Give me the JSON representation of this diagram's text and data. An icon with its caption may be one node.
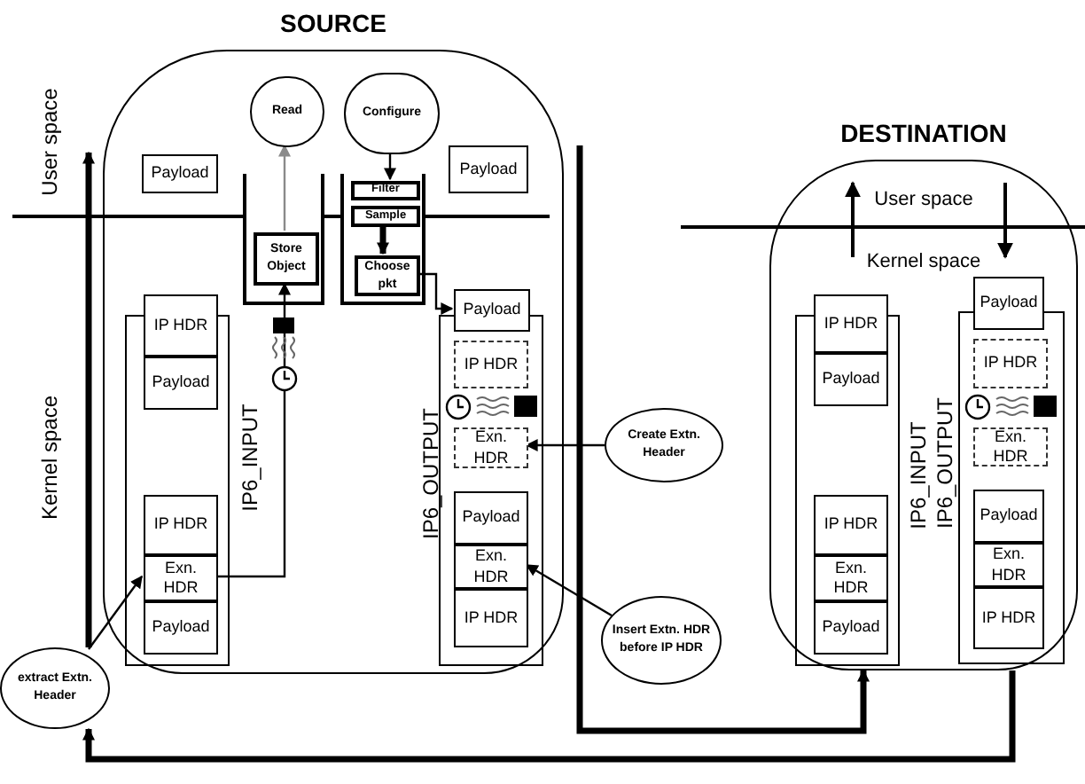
{
  "diagram": {
    "nodes": [
      {
        "text": [
          "SOURCE"
        ]
      },
      {
        "text": [
          "Read"
        ],
        "in": 0
      },
      {
        "text": [
          "Configure"
        ],
        "in": 0
      },
      {
        "text": [
          "Payload"
        ],
        "in": 0
      },
      {
        "text": [
          "Payload"
        ],
        "in": 0
      },
      {
        "text": [
          "Store Object"
        ],
        "in": 0
      },
      {
        "text": [
          "Filter"
        ],
        "in": 0
      },
      {
        "text": [
          "Sample"
        ],
        "in": 0
      },
      {
        "text": [
          "Choose pkt"
        ],
        "in": 0
      },
      {
        "text": [
          "IP HDR"
        ],
        "in": 0
      },
      {
        "text": [
          "Payload"
        ],
        "in": 0
      },
      {
        "text": [
          "IP HDR"
        ],
        "in": 0
      },
      {
        "text": [
          "Exn. HDR"
        ],
        "in": 0
      },
      {
        "text": [
          "Payload"
        ],
        "in": 0
      },
      {
        "text": [
          "Payload"
        ],
        "in": 0
      },
      {
        "text": [
          "IP HDR"
        ],
        "in": 0
      },
      {
        "text": [
          "Exn. HDR"
        ],
        "in": 0
      },
      {
        "text": [
          "Payload"
        ],
        "in": 0
      },
      {
        "text": [
          "Exn. HDR"
        ],
        "in": 0
      },
      {
        "text": [
          "IP HDR"
        ],
        "in": 0
      },
      {
        "text": [
          "Create Extn. Header"
        ]
      },
      {
        "text": [
          "Insert Extn. HDR before IP HDR"
        ]
      },
      {
        "text": [
          "extract Extn. Header"
        ]
      },
      {
        "text": [
          "DESTINATION"
        ]
      },
      {
        "text": [
          "IP HDR"
        ],
        "in": 23
      },
      {
        "text": [
          "Payload"
        ],
        "in": 23
      },
      {
        "text": [
          "IP HDR"
        ],
        "in": 23
      },
      {
        "text": [
          "Exn. HDR"
        ],
        "in": 23
      },
      {
        "text": [
          "Payload"
        ],
        "in": 23
      },
      {
        "text": [
          "Payload"
        ],
        "in": 23
      },
      {
        "text": [
          "IP HDR"
        ],
        "in": 23
      },
      {
        "text": [
          "Exn. HDR"
        ],
        "in": 23
      },
      {
        "text": [
          "Payload"
        ],
        "in": 23
      },
      {
        "text": [
          "Exn. HDR"
        ],
        "in": 23
      },
      {
        "text": [
          "IP HDR"
        ],
        "in": 23
      }
    ],
    "edges": [
      {
        "from": 5,
        "to": 1,
        "arrow": "to",
        "color": "#8a8a8a"
      },
      {
        "from": 12,
        "to": 5,
        "arrow": "to"
      },
      {
        "from": 2,
        "to": 6,
        "arrow": "to"
      },
      {
        "from": 7,
        "to": 8,
        "arrow": "to",
        "style": "thick"
      },
      {
        "from": 8,
        "to": 14,
        "arrow": "to"
      },
      {
        "from": 20,
        "to": 16,
        "arrow": "to"
      },
      {
        "from": 21,
        "to": 18,
        "arrow": "to"
      },
      {
        "from": 22,
        "to": 12,
        "arrow": "to"
      },
      {
        "from": 0,
        "to": 23,
        "arrow": "to",
        "style": "thick"
      },
      {
        "from": 23,
        "to": 22,
        "arrow": "to",
        "style": "thick"
      },
      {
        "from": 22,
        "to": 0,
        "arrow": "to",
        "style": "thick"
      }
    ],
    "labels": [
      "User space",
      "Kernel space",
      "IP6_INPUT",
      "IP6_OUTPUT",
      "User space",
      "Kernel space",
      "IP6_INPUT",
      "IP6_OUTPUT"
    ]
  }
}
